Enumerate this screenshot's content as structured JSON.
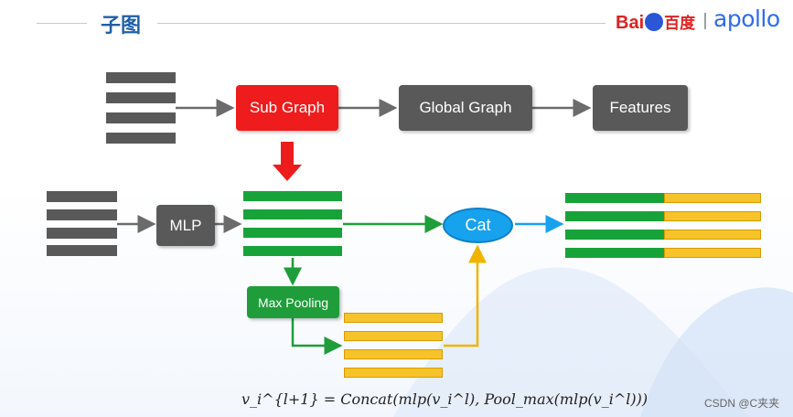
{
  "header": {
    "title": "子图",
    "logo_baidu_left": "Bai",
    "logo_baidu_right": "百度",
    "logo_apollo": "apollo"
  },
  "nodes": {
    "sub_graph": "Sub Graph",
    "global_graph": "Global Graph",
    "features": "Features",
    "mlp": "MLP",
    "max_pooling": "Max Pooling",
    "cat": "Cat"
  },
  "colors": {
    "gray": "#595959",
    "red": "#ee1c1c",
    "green": "#18a33a",
    "yellow": "#f6c32a",
    "blue": "#17a2ee",
    "title": "#1f5fa8"
  },
  "formula": "v_i^{l+1} = Concat(mlp(v_i^l), Pool_max(mlp(v_i^l)))",
  "watermark": "CSDN @C夹夹"
}
